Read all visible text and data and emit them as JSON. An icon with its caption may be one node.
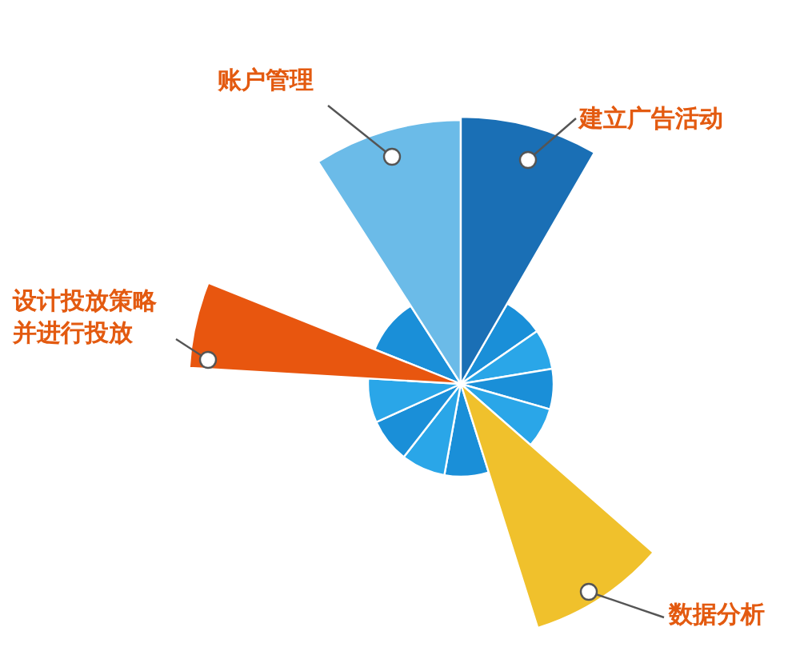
{
  "diagram": {
    "nodes": [
      {
        "text": [
          "账户管理"
        ]
      },
      {
        "text": [
          "建立广告活动"
        ]
      },
      {
        "text": [
          "设计投放策略并进行投放"
        ]
      },
      {
        "text": [
          "数据分析"
        ]
      },
      {
        "text": [],
        "shape": "sector"
      },
      {
        "text": [],
        "shape": "sector"
      },
      {
        "text": [],
        "shape": "sector"
      },
      {
        "text": [],
        "shape": "sector"
      }
    ],
    "edges": [
      {
        "from": 0,
        "to": 4,
        "arrow": "other"
      },
      {
        "from": 1,
        "to": 5,
        "arrow": "other"
      },
      {
        "from": 2,
        "to": 6,
        "arrow": "other"
      },
      {
        "from": 3,
        "to": 7,
        "arrow": "other"
      }
    ]
  }
}
